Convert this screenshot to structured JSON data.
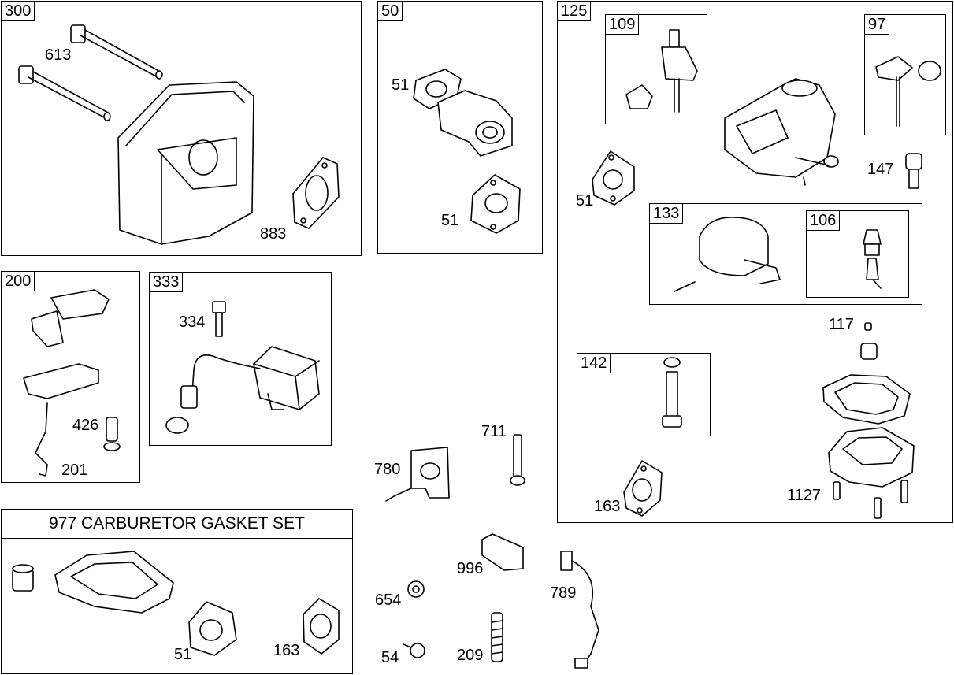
{
  "groups": {
    "g300": "300",
    "g50": "50",
    "g125": "125",
    "g109": "109",
    "g97": "97",
    "g133": "133",
    "g106": "106",
    "g200": "200",
    "g333": "333",
    "g142": "142"
  },
  "kit": {
    "title": "977 CARBURETOR GASKET SET"
  },
  "callouts": {
    "c613": "613",
    "c883": "883",
    "c51a": "51",
    "c51b": "51",
    "c51c": "51",
    "c51d": "51",
    "c147": "147",
    "c117": "117",
    "c1127": "1127",
    "c163a": "163",
    "c163b": "163",
    "c334": "334",
    "c426": "426",
    "c201": "201",
    "c711": "711",
    "c780": "780",
    "c996": "996",
    "c654": "654",
    "c789": "789",
    "c54": "54",
    "c209": "209"
  }
}
